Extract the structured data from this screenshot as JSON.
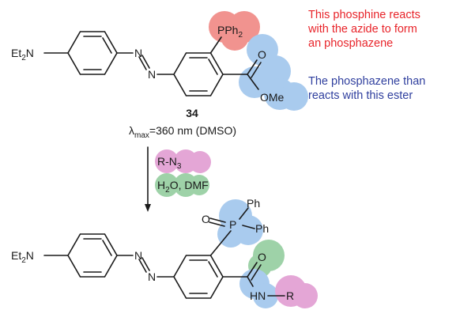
{
  "notes": {
    "red": {
      "color": "#e8242a",
      "lines": [
        "This phosphine reacts",
        "with the azide to form",
        "an phosphazene"
      ]
    },
    "blue": {
      "color": "#2f3f9e",
      "lines": [
        "The phosphazene than",
        "reacts with this ester"
      ]
    }
  },
  "compound": {
    "number": "34",
    "lambda_symbol": "λ",
    "lambda_sub": "max",
    "lambda_value": "=360 nm (DMSO)"
  },
  "top_molecule": {
    "amine_main": "Et",
    "amine_sub": "2",
    "amine_tail": "N",
    "azo_n1": "N",
    "azo_n2": "N",
    "phosphine_main": "PPh",
    "phosphine_sub": "2",
    "carbonyl_o": "O",
    "ester_group": "OMe"
  },
  "reagents": {
    "azide_main": "R-N",
    "azide_sub": "3",
    "solvent_h": "H",
    "solvent_sub": "2",
    "solvent_tail": "O, DMF"
  },
  "bottom_molecule": {
    "amine_main": "Et",
    "amine_sub": "2",
    "amine_tail": "N",
    "azo_n1": "N",
    "azo_n2": "N",
    "oxide_o": "O",
    "phosphorus": "P",
    "phenyl_1": "Ph",
    "phenyl_2": "Ph",
    "carbonyl_o": "O",
    "amide_nh": "HN",
    "amide_r": "R"
  },
  "colors": {
    "red_highlight": "#f1938f",
    "blue_highlight": "#a9cbee",
    "pink_highlight": "#e4a6d6",
    "green_highlight": "#9ed2a8",
    "bond": "#1a1a1a"
  }
}
